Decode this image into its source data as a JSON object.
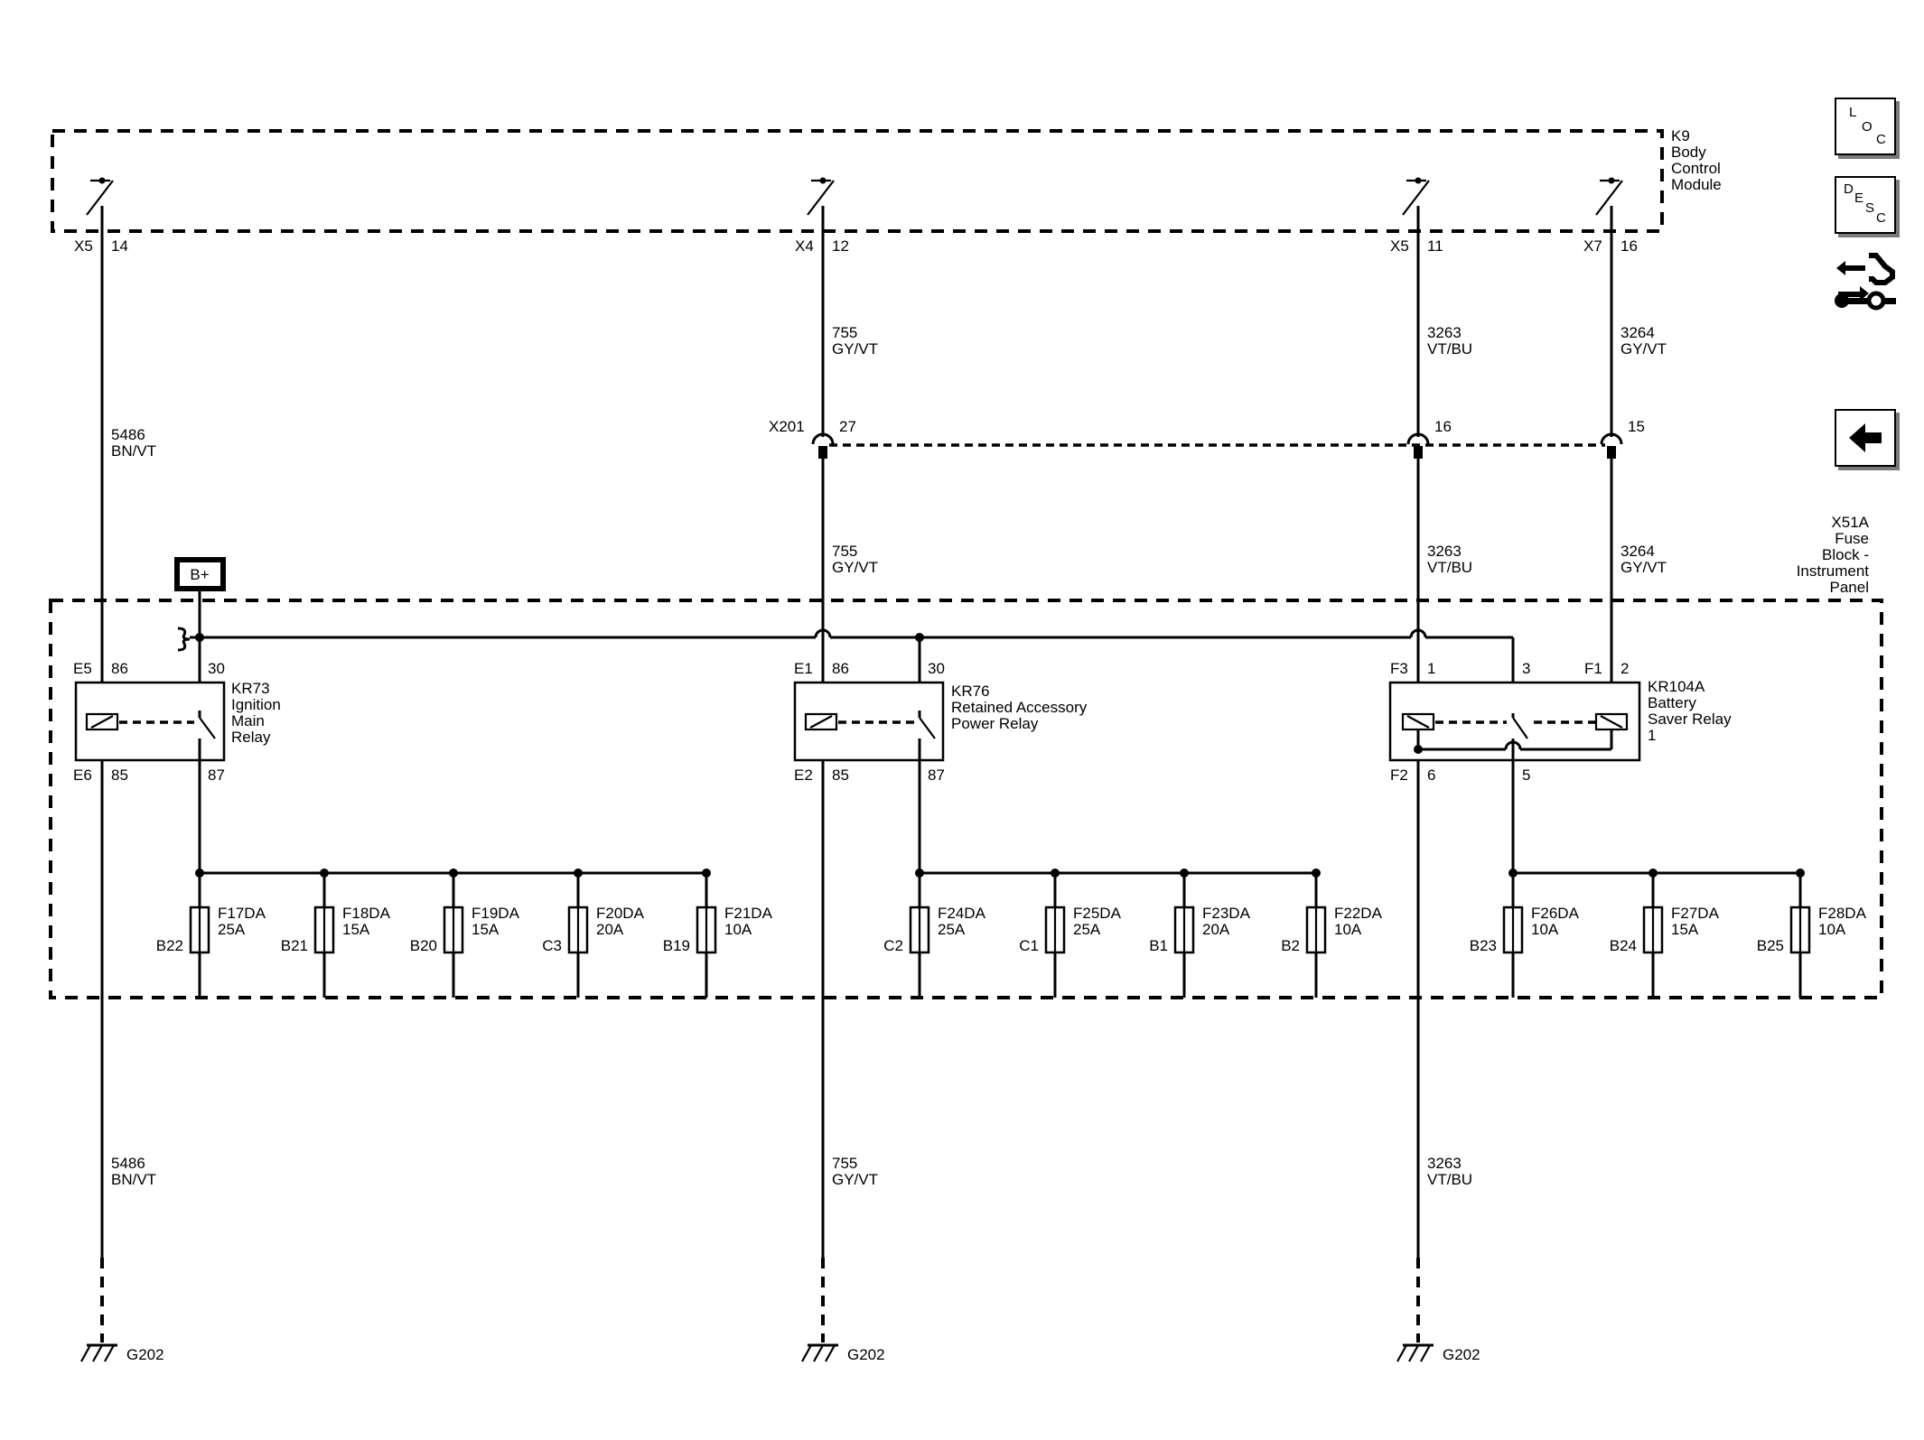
{
  "module": {
    "id": "K9",
    "line1": "Body",
    "line2": "Control",
    "line3": "Module"
  },
  "fuse_block": {
    "id": "X51A",
    "line1": "Fuse",
    "line2": "Block -",
    "line3": "Instrument",
    "line4": "Panel"
  },
  "battery": {
    "label": "B+"
  },
  "connectors": {
    "x5_14": {
      "conn": "X5",
      "pin": "14"
    },
    "x4_12": {
      "conn": "X4",
      "pin": "12"
    },
    "x5_11": {
      "conn": "X5",
      "pin": "11"
    },
    "x7_16": {
      "conn": "X7",
      "pin": "16"
    },
    "x201": {
      "conn": "X201",
      "pin_a": "27",
      "pin_b": "16",
      "pin_c": "15"
    }
  },
  "wires": {
    "w5486": {
      "circuit": "5486",
      "color": "BN/VT"
    },
    "w755": {
      "circuit": "755",
      "color": "GY/VT"
    },
    "w3263": {
      "circuit": "3263",
      "color": "VT/BU"
    },
    "w3264": {
      "circuit": "3264",
      "color": "GY/VT"
    }
  },
  "relays": {
    "kr73": {
      "id": "KR73",
      "line1": "Ignition",
      "line2": "Main",
      "line3": "Relay",
      "conn_top": "E5",
      "pin_coil_top": "86",
      "pin_switch_top": "30",
      "conn_bottom": "E6",
      "pin_coil_bottom": "85",
      "pin_switch_bottom": "87"
    },
    "kr76": {
      "id": "KR76",
      "line1": "Retained Accessory",
      "line2": "Power Relay",
      "conn_top": "E1",
      "pin_coil_top": "86",
      "pin_switch_top": "30",
      "conn_bottom": "E2",
      "pin_coil_bottom": "85",
      "pin_switch_bottom": "87"
    },
    "kr104a": {
      "id": "KR104A",
      "line1": "Battery",
      "line2": "Saver Relay",
      "line3": "1",
      "conn_top_left": "F3",
      "pin_top_left": "1",
      "pin_top_mid": "3",
      "conn_top_right": "F1",
      "pin_top_right": "2",
      "conn_bottom_left": "F2",
      "pin_bottom_left": "6",
      "pin_bottom_mid": "5"
    }
  },
  "fuses": [
    {
      "name": "F17DA",
      "rating": "25A",
      "cavity": "B22"
    },
    {
      "name": "F18DA",
      "rating": "15A",
      "cavity": "B21"
    },
    {
      "name": "F19DA",
      "rating": "15A",
      "cavity": "B20"
    },
    {
      "name": "F20DA",
      "rating": "20A",
      "cavity": "C3"
    },
    {
      "name": "F21DA",
      "rating": "10A",
      "cavity": "B19"
    },
    {
      "name": "F24DA",
      "rating": "25A",
      "cavity": "C2"
    },
    {
      "name": "F25DA",
      "rating": "25A",
      "cavity": "C1"
    },
    {
      "name": "F23DA",
      "rating": "20A",
      "cavity": "B1"
    },
    {
      "name": "F22DA",
      "rating": "10A",
      "cavity": "B2"
    },
    {
      "name": "F26DA",
      "rating": "10A",
      "cavity": "B23"
    },
    {
      "name": "F27DA",
      "rating": "15A",
      "cavity": "B24"
    },
    {
      "name": "F28DA",
      "rating": "10A",
      "cavity": "B25"
    }
  ],
  "grounds": [
    {
      "label": "G202"
    },
    {
      "label": "G202"
    },
    {
      "label": "G202"
    }
  ],
  "nav": {
    "loc_1": "L",
    "loc_2": "O",
    "loc_3": "C",
    "desc_1": "D",
    "desc_2": "E",
    "desc_3": "S",
    "desc_4": "C",
    "back_icon": "arrow-left-icon",
    "tools_icon": "diagnostic-connector-icon"
  }
}
